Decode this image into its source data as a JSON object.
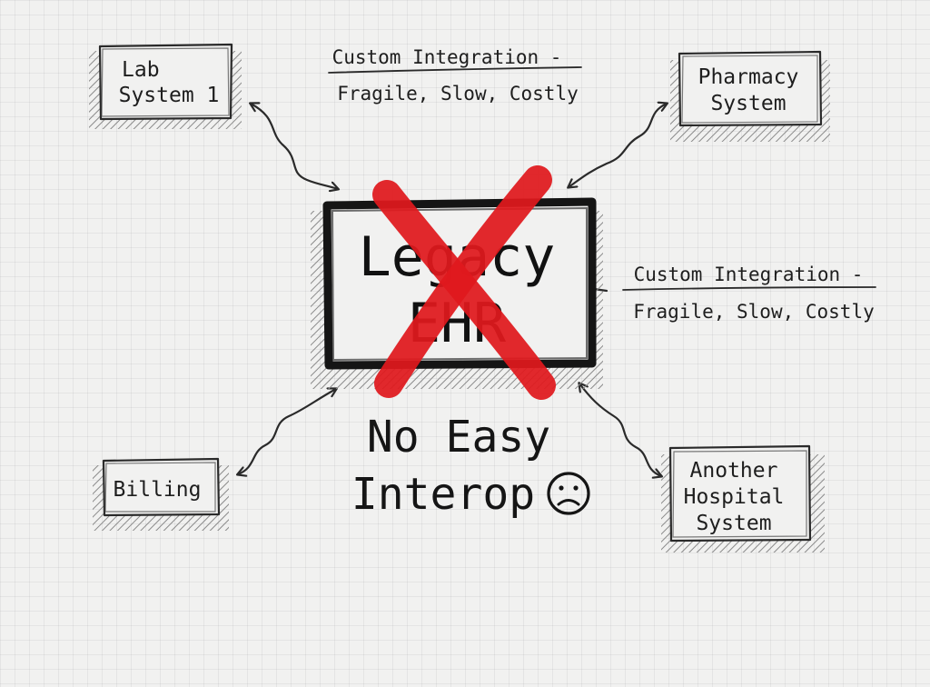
{
  "center": {
    "lines": [
      "Legacy",
      "EHR"
    ]
  },
  "caption": {
    "lines": [
      "No Easy",
      "Interop"
    ],
    "emoji": "☹"
  },
  "systems": {
    "lab": {
      "lines": [
        "Lab",
        "System 1"
      ]
    },
    "pharmacy": {
      "lines": [
        "Pharmacy",
        "System"
      ]
    },
    "billing": {
      "lines": [
        "Billing"
      ]
    },
    "hospital": {
      "lines": [
        "Another",
        "Hospital",
        "System"
      ]
    }
  },
  "notes": {
    "top": {
      "lines": [
        "Custom Integration -",
        "Fragile, Slow, Costly"
      ]
    },
    "right": {
      "lines": [
        "Custom Integration -",
        "Fragile, Slow, Costly"
      ]
    }
  },
  "colors": {
    "cross": "#e0191d",
    "ink": "#1c1c1c",
    "paper": "#f1f1f0"
  }
}
